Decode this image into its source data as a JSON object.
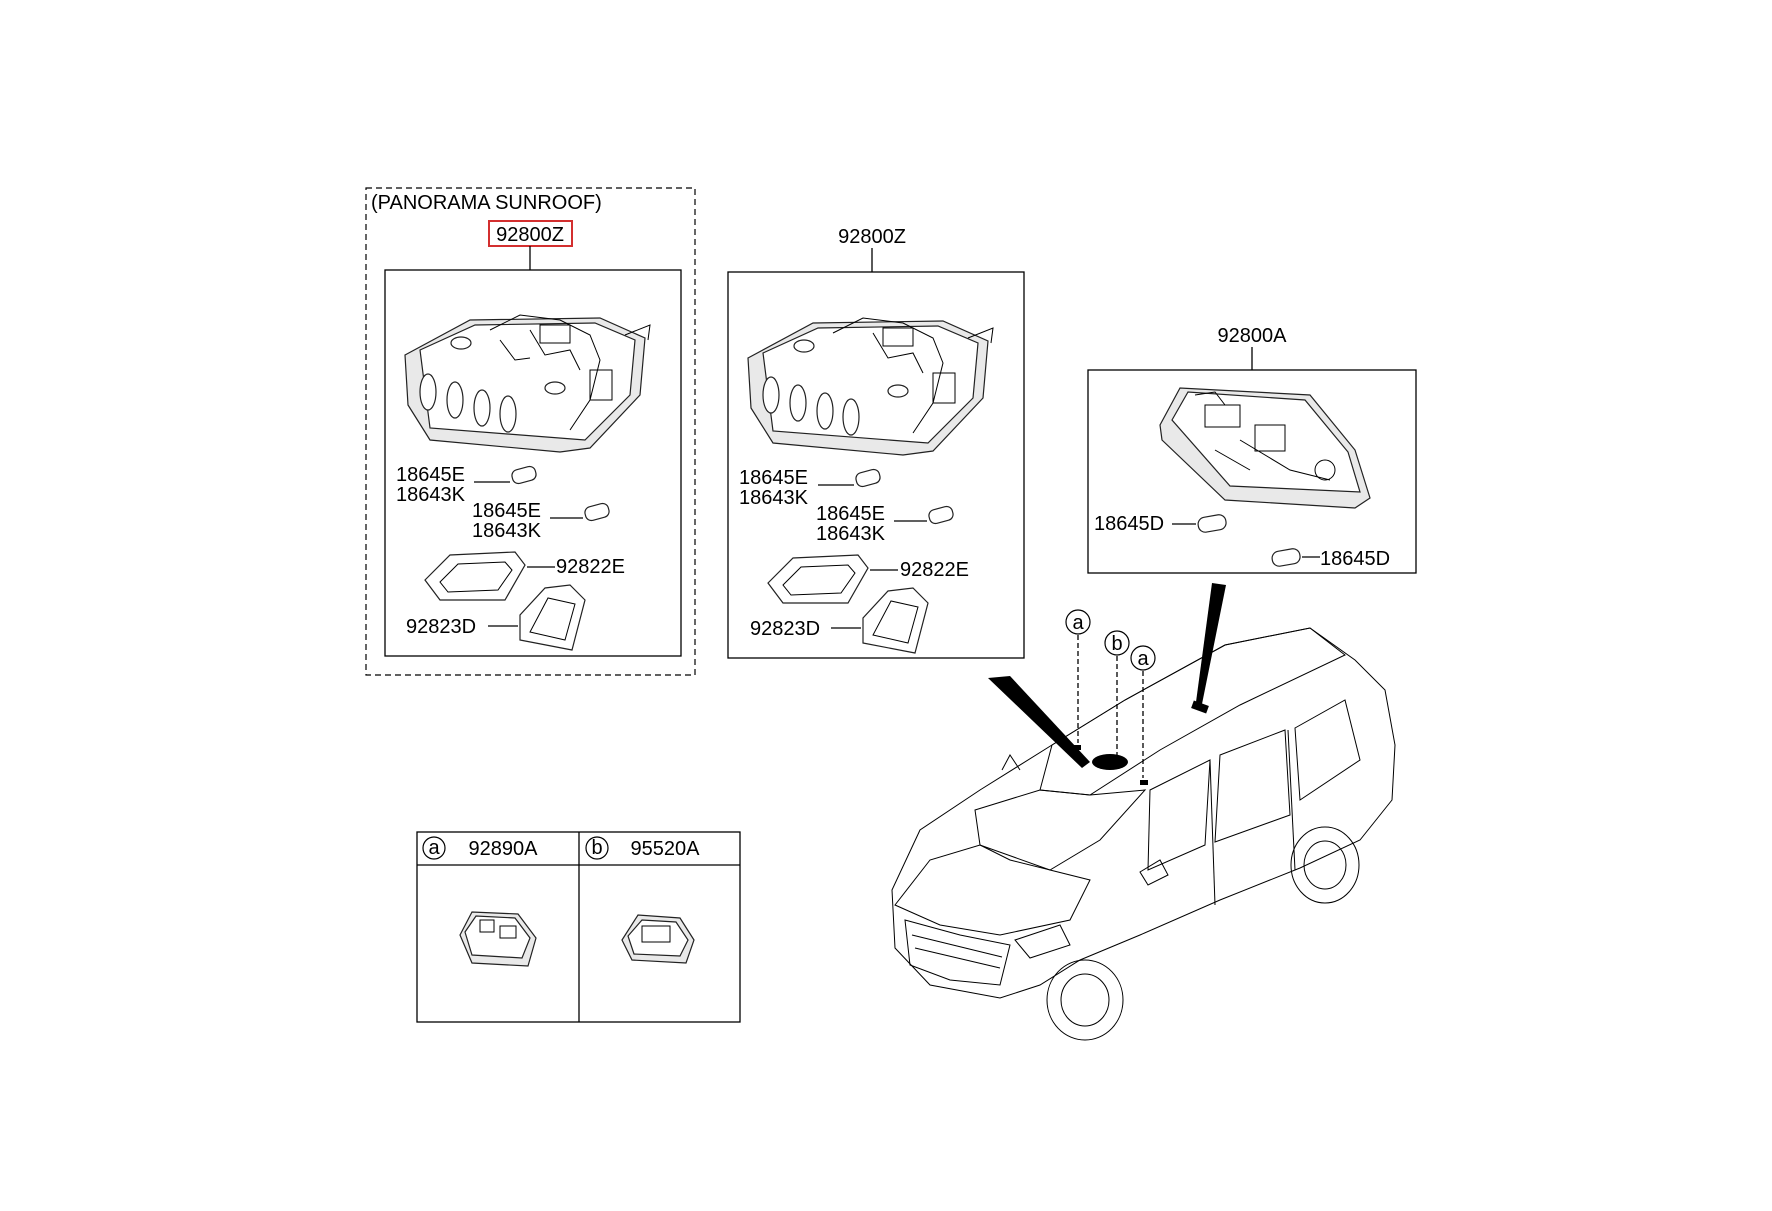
{
  "colors": {
    "highlight": "#d32f2f",
    "ink": "#000000",
    "leader": "#000000"
  },
  "panorama": {
    "title": "(PANORAMA SUNROOF)",
    "assembly": "92800Z",
    "bulb_1a": "18645E",
    "bulb_1b": "18643K",
    "bulb_2a": "18645E",
    "bulb_2b": "18643K",
    "bezel": "92822E",
    "lens": "92823D"
  },
  "standard": {
    "assembly": "92800Z",
    "bulb_1a": "18645E",
    "bulb_1b": "18643K",
    "bulb_2a": "18645E",
    "bulb_2b": "18643K",
    "bezel": "92822E",
    "lens": "92823D"
  },
  "rear_lamp": {
    "assembly": "92800A",
    "bulb_left": "18645D",
    "bulb_right": "18645D"
  },
  "legend": {
    "a_marker": "a",
    "a_part": "92890A",
    "b_marker": "b",
    "b_part": "95520A"
  },
  "car_callouts": {
    "a1": "a",
    "b": "b",
    "a2": "a"
  }
}
